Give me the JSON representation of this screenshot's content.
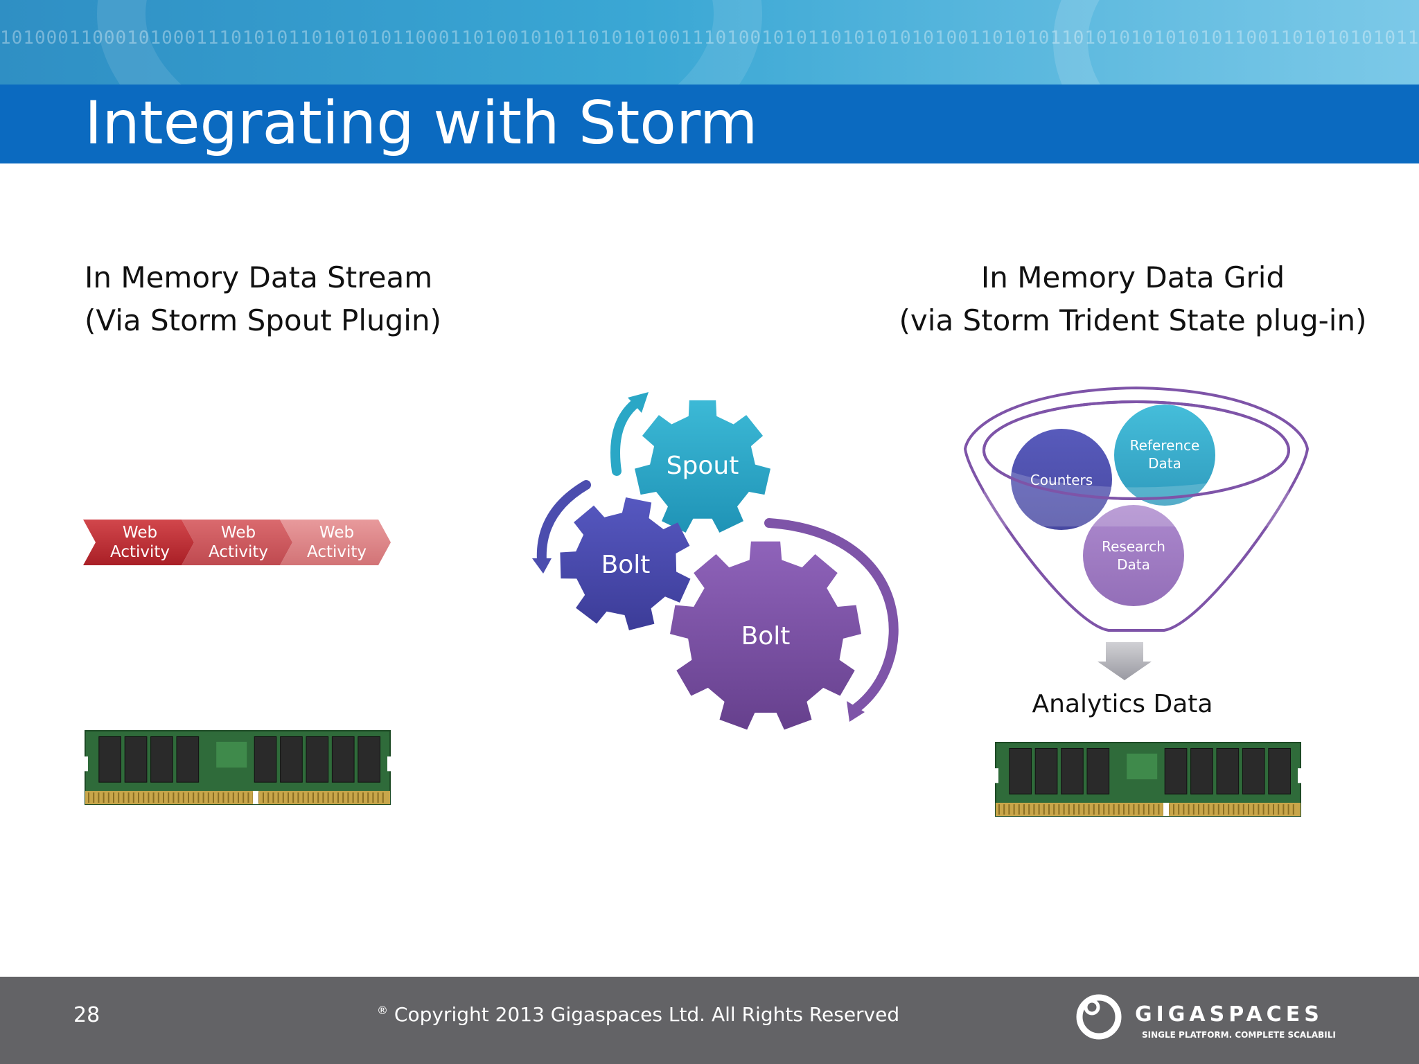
{
  "slide": {
    "title": "Integrating with Storm",
    "page_number": "28",
    "copyright_mark": "®",
    "copyright": "Copyright 2013 Gigaspaces Ltd. All Rights Reserved"
  },
  "left": {
    "heading_line1": "In Memory Data Stream",
    "heading_line2": "(Via Storm Spout Plugin)",
    "chevrons": [
      {
        "line1": "Web",
        "line2": "Activity"
      },
      {
        "line1": "Web",
        "line2": "Activity"
      },
      {
        "line1": "Web",
        "line2": "Activity"
      }
    ]
  },
  "center": {
    "gear_spout": "Spout",
    "gear_bolt_small": "Bolt",
    "gear_bolt_large": "Bolt"
  },
  "right": {
    "heading_line1": "In Memory Data Grid",
    "heading_line2": "(via Storm Trident State plug-in)",
    "circles": {
      "counters": "Counters",
      "reference_line1": "Reference",
      "reference_line2": "Data",
      "research_line1": "Research",
      "research_line2": "Data"
    },
    "output_label": "Analytics Data"
  },
  "logo": {
    "name": "GIGASPACES",
    "tagline": "SINGLE PLATFORM. COMPLETE SCALABILITY"
  },
  "colors": {
    "title_bar": "#0b6ac0",
    "footer": "#636366",
    "chevron_red": "#b8282e",
    "spout_teal": "#2aa7c6",
    "bolt_blue": "#4b4dae",
    "bolt_purple": "#7e54a8"
  },
  "icons": [
    "memory-module-icon",
    "gear-icon",
    "curved-arrow-icon",
    "funnel-icon",
    "down-arrow-icon",
    "gigaspaces-logo"
  ]
}
